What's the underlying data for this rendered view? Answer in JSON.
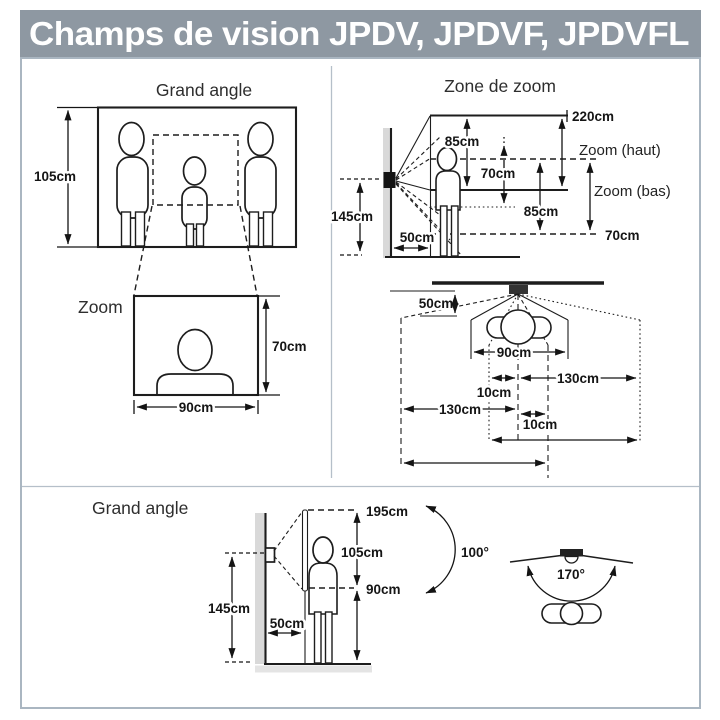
{
  "header": {
    "title": "Champs de vision JPDV, JPDVF, JPDVFL"
  },
  "wide_front": {
    "title": "Grand angle",
    "height": "105cm"
  },
  "zoom_front": {
    "title": "Zoom",
    "height": "70cm",
    "width": "90cm"
  },
  "zoom_side": {
    "title": "Zone de zoom",
    "top_height": "220cm",
    "zoom_high_label": "Zoom (haut)",
    "zoom_low_label": "Zoom (bas)",
    "bottom_height": "70cm",
    "high_span": "85cm",
    "mid_span": "70cm",
    "low_span": "85cm",
    "camera_height": "145cm",
    "wall_distance": "50cm"
  },
  "zoom_plan": {
    "wall_distance": "50cm",
    "zoom_width": "90cm",
    "right_reach": "130cm",
    "left_reach": "130cm",
    "left_offset": "10cm",
    "right_offset": "10cm"
  },
  "wide_side": {
    "title": "Grand angle",
    "top_height": "195cm",
    "view_span": "105cm",
    "bottom_height": "90cm",
    "camera_height": "145cm",
    "wall_distance": "50cm",
    "vertical_angle": "100°",
    "horizontal_angle": "170°"
  }
}
